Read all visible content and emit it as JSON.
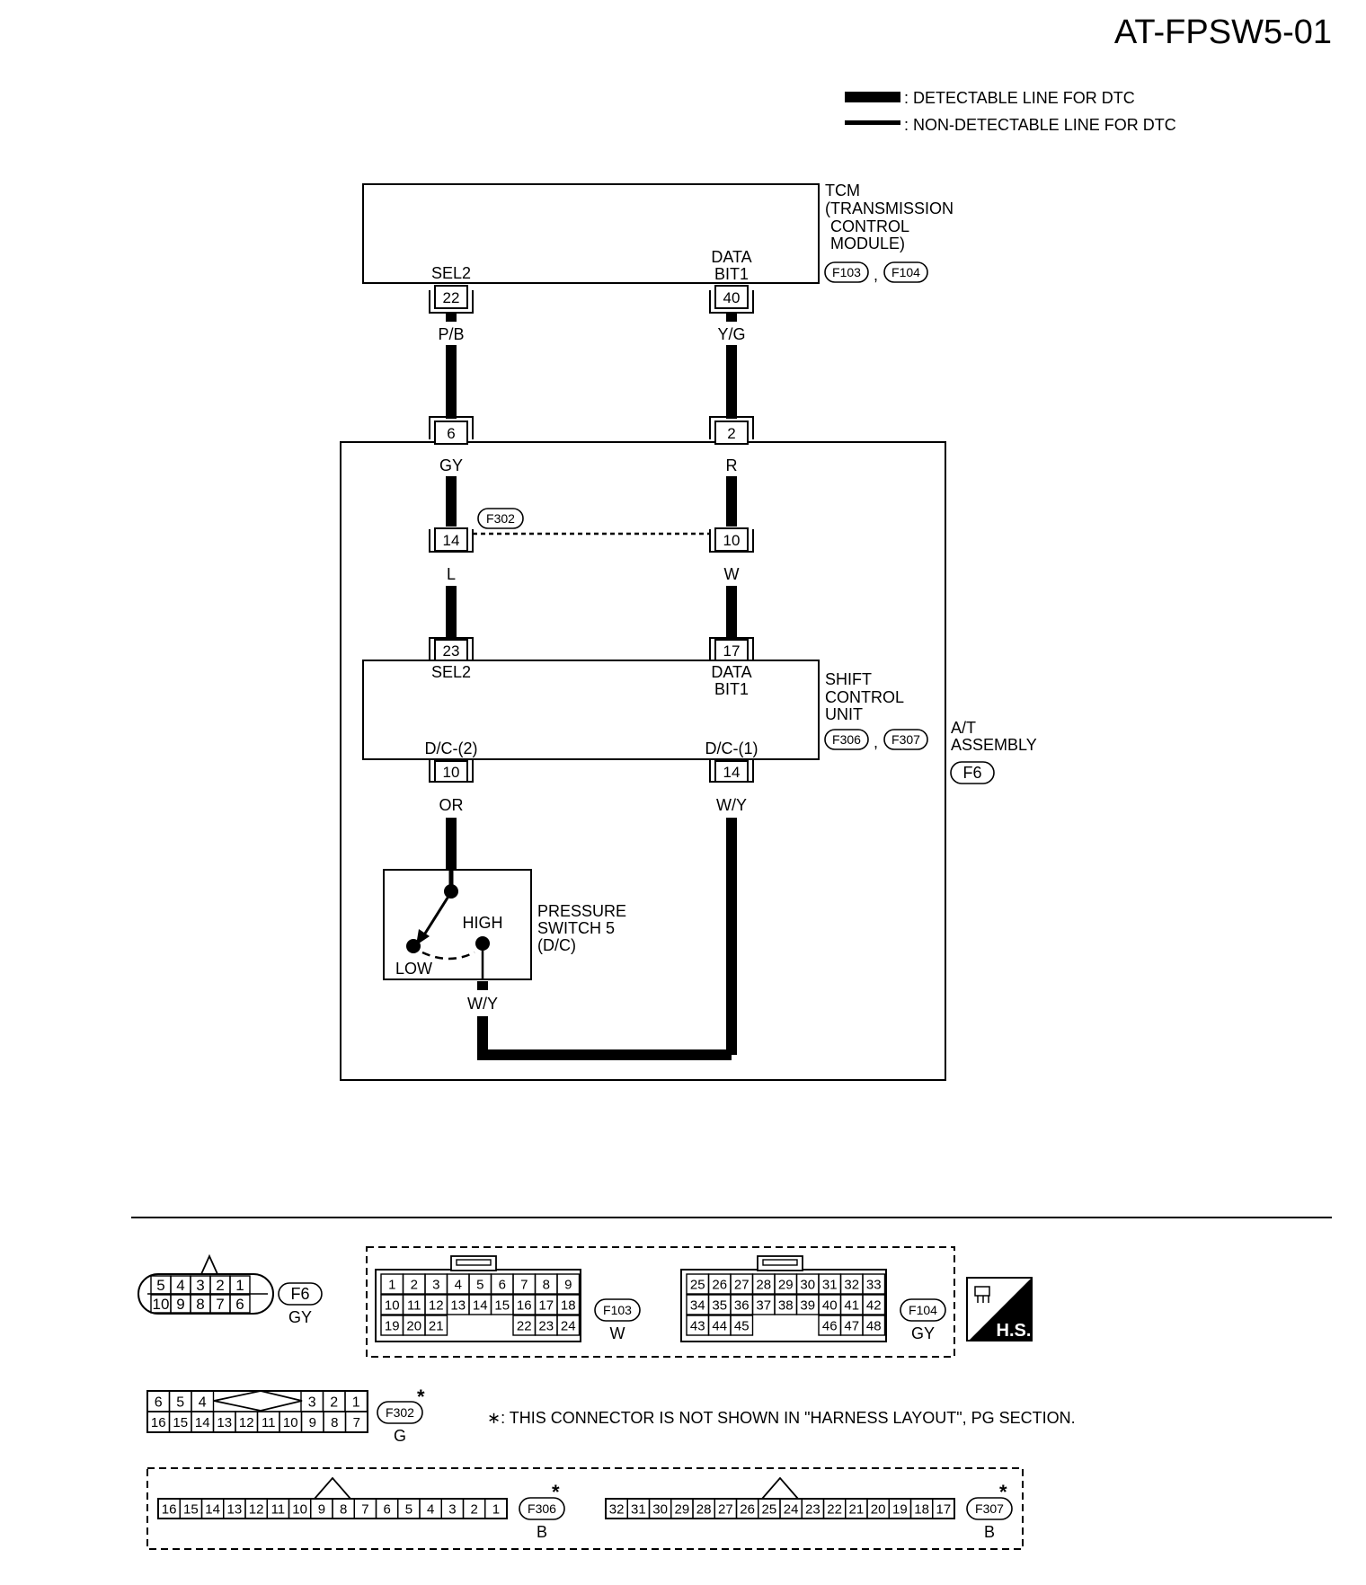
{
  "page_id": "AT-FPSW5-01",
  "legend": {
    "thick": ": DETECTABLE LINE FOR DTC",
    "thin": ": NON-DETECTABLE LINE FOR DTC"
  },
  "tcm": {
    "l1": "TCM",
    "l2": "(TRANSMISSION",
    "l3": "CONTROL",
    "l4": "MODULE)",
    "c1": "F103",
    "c2": "F104",
    "sep": ",",
    "sel2": "SEL2",
    "data1": "DATA",
    "data2": "BIT1",
    "pin_a": "22",
    "pin_b": "40",
    "wire_a": "P/B",
    "wire_b": "Y/G"
  },
  "at": {
    "l1": "A/T",
    "l2": "ASSEMBLY",
    "c": "F6",
    "pin_a": "6",
    "pin_b": "2",
    "wire_a": "GY",
    "wire_b": "R"
  },
  "f302": {
    "label": "F302",
    "pin_a": "14",
    "pin_b": "10",
    "wire_a": "L",
    "wire_b": "W"
  },
  "scu": {
    "l1": "SHIFT",
    "l2": "CONTROL",
    "l3": "UNIT",
    "c1": "F306",
    "c2": "F307",
    "sep": ",",
    "sel2": "SEL2",
    "data1": "DATA",
    "data2": "BIT1",
    "in_a": "23",
    "in_b": "17",
    "dc2": "D/C-(2)",
    "dc1": "D/C-(1)",
    "out_a": "10",
    "out_b": "14",
    "wire_a": "OR",
    "wire_b": "W/Y"
  },
  "ps": {
    "l1": "PRESSURE",
    "l2": "SWITCH 5",
    "l3": "(D/C)",
    "high": "HIGH",
    "low": "LOW",
    "wire": "W/Y"
  },
  "connectors": {
    "f6": {
      "name": "F6",
      "color": "GY",
      "row1": [
        "5",
        "4",
        "3",
        "2",
        "1"
      ],
      "row2": [
        "10",
        "9",
        "8",
        "7",
        "6"
      ]
    },
    "f103": {
      "name": "F103",
      "color": "W",
      "row1": [
        "1",
        "2",
        "3",
        "4",
        "5",
        "6",
        "7",
        "8",
        "9"
      ],
      "row2": [
        "10",
        "11",
        "12",
        "13",
        "14",
        "15",
        "16",
        "17",
        "18"
      ],
      "row3a": [
        "19",
        "20",
        "21"
      ],
      "row3b": [
        "22",
        "23",
        "24"
      ]
    },
    "f104": {
      "name": "F104",
      "color": "GY",
      "row1": [
        "25",
        "26",
        "27",
        "28",
        "29",
        "30",
        "31",
        "32",
        "33"
      ],
      "row2": [
        "34",
        "35",
        "36",
        "37",
        "38",
        "39",
        "40",
        "41",
        "42"
      ],
      "row3a": [
        "43",
        "44",
        "45"
      ],
      "row3b": [
        "46",
        "47",
        "48"
      ]
    },
    "hs": "H.S.",
    "f302": {
      "name": "F302",
      "color": "G",
      "row1a": [
        "6",
        "5",
        "4"
      ],
      "row1b": [
        "3",
        "2",
        "1"
      ],
      "row2": [
        "16",
        "15",
        "14",
        "13",
        "12",
        "11",
        "10",
        "9",
        "8",
        "7"
      ]
    },
    "f306": {
      "name": "F306",
      "color": "B",
      "row": [
        "16",
        "15",
        "14",
        "13",
        "12",
        "11",
        "10",
        "9",
        "8",
        "7",
        "6",
        "5",
        "4",
        "3",
        "2",
        "1"
      ]
    },
    "f307": {
      "name": "F307",
      "color": "B",
      "row": [
        "32",
        "31",
        "30",
        "29",
        "28",
        "27",
        "26",
        "25",
        "24",
        "23",
        "22",
        "21",
        "20",
        "19",
        "18",
        "17"
      ]
    },
    "star": "*",
    "note": "∗: THIS CONNECTOR IS NOT SHOWN IN \"HARNESS LAYOUT\", PG SECTION."
  }
}
